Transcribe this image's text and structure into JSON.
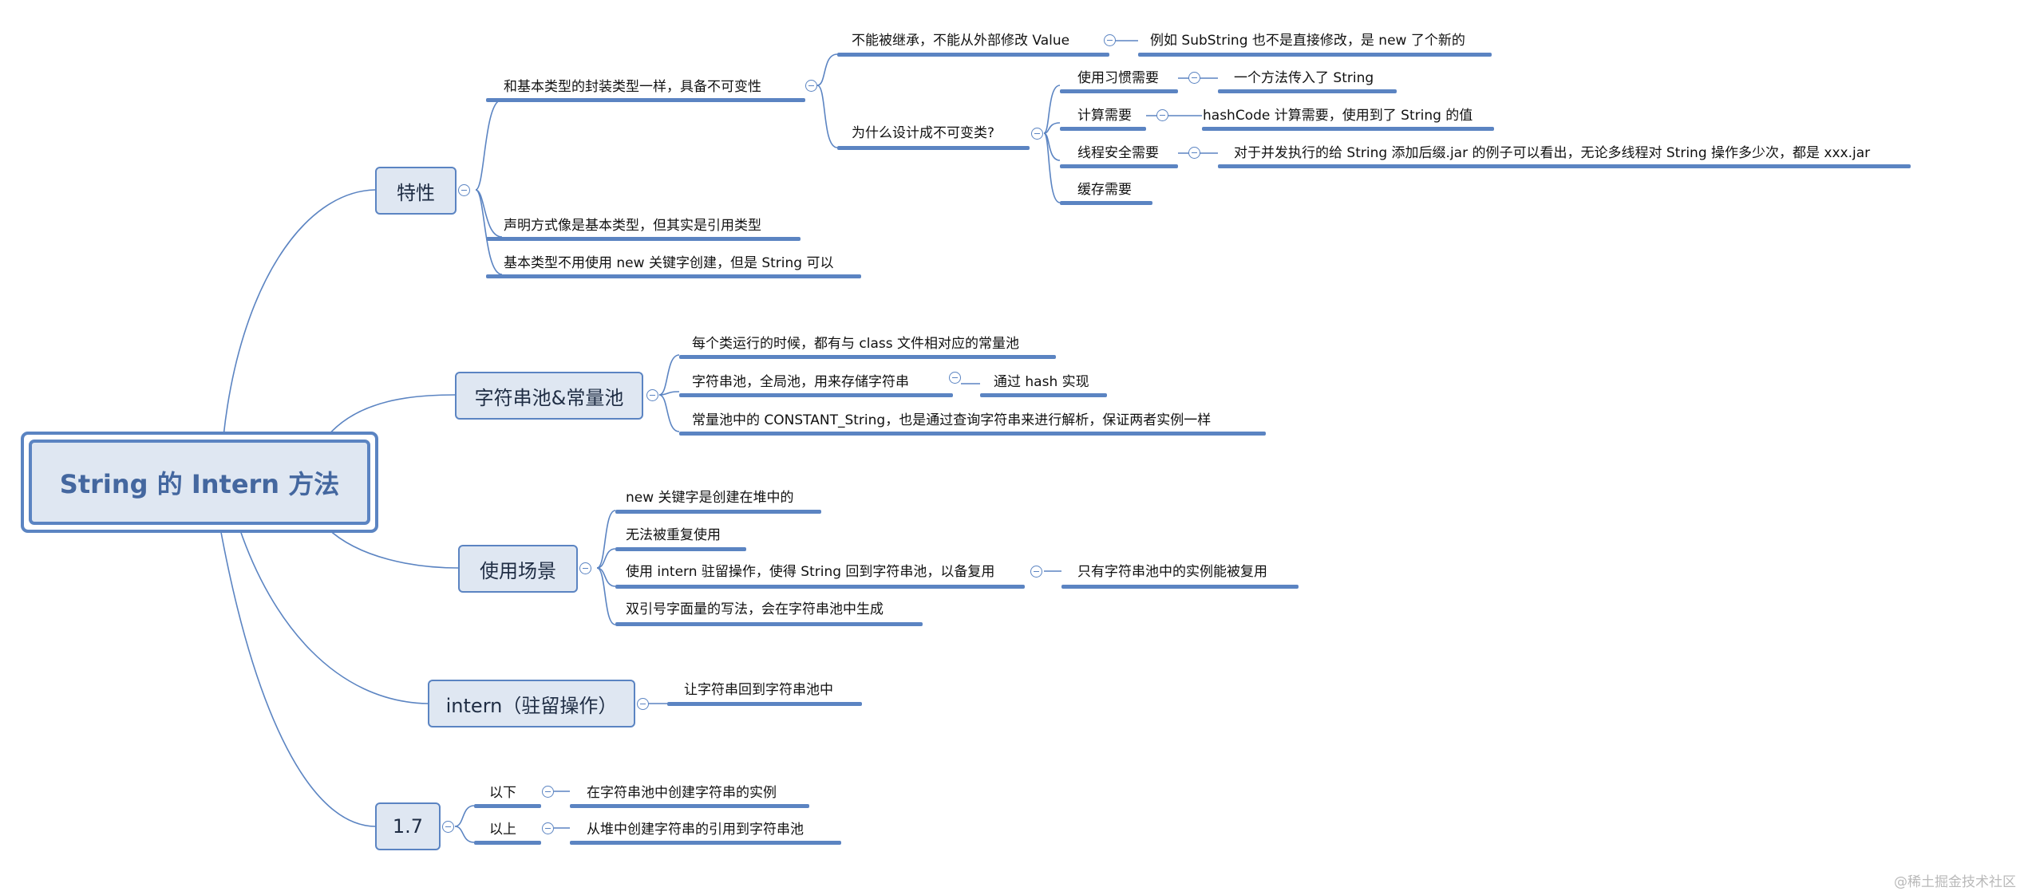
{
  "root": "String 的 Intern 方法",
  "topics": {
    "features": {
      "label": "特性",
      "immutability": {
        "label": "和基本类型的封装类型一样，具备不可变性",
        "no_inherit": "不能被继承，不能从外部修改 Value",
        "substring_example": "例如 SubString 也不是直接修改，是 new 了个新的",
        "why": "为什么设计成不可变类?",
        "habit": "使用习惯需要",
        "habit_detail": "一个方法传入了 String",
        "compute": "计算需要",
        "compute_detail": "hashCode 计算需要，使用到了 String 的值",
        "thread": "线程安全需要",
        "thread_detail": "对于并发执行的给 String 添加后缀.jar 的例子可以看出，无论多线程对 String 操作多少次，都是 xxx.jar",
        "cache": "缓存需要"
      },
      "declare": "声明方式像是基本类型，但其实是引用类型",
      "no_new": "基本类型不用使用 new 关键字创建，但是 String 可以"
    },
    "pool": {
      "label": "字符串池&常量池",
      "class_pool": "每个类运行的时候，都有与 class 文件相对应的常量池",
      "string_pool": "字符串池，全局池，用来存储字符串",
      "string_pool_detail": "通过 hash 实现",
      "constant_string": "常量池中的 CONSTANT_String，也是通过查询字符串来进行解析，保证两者实例一样"
    },
    "usage": {
      "label": "使用场景",
      "new_heap": "new 关键字是创建在堆中的",
      "no_reuse": "无法被重复使用",
      "use_intern": "使用 intern 驻留操作，使得 String 回到字符串池，以备复用",
      "use_intern_detail": "只有字符串池中的实例能被复用",
      "literal": "双引号字面量的写法，会在字符串池中生成"
    },
    "intern": {
      "label": "intern（驻留操作）",
      "detail": "让字符串回到字符串池中"
    },
    "v17": {
      "label": "1.7",
      "below": "以下",
      "below_detail": "在字符串池中创建字符串的实例",
      "above": "以上",
      "above_detail": "从堆中创建字符串的引用到字符串池"
    }
  },
  "watermark": "@稀土掘金技术社区",
  "colors": {
    "line": "#5b84c2",
    "node_fill": "#dfe7f2",
    "root_text": "#44679f"
  }
}
